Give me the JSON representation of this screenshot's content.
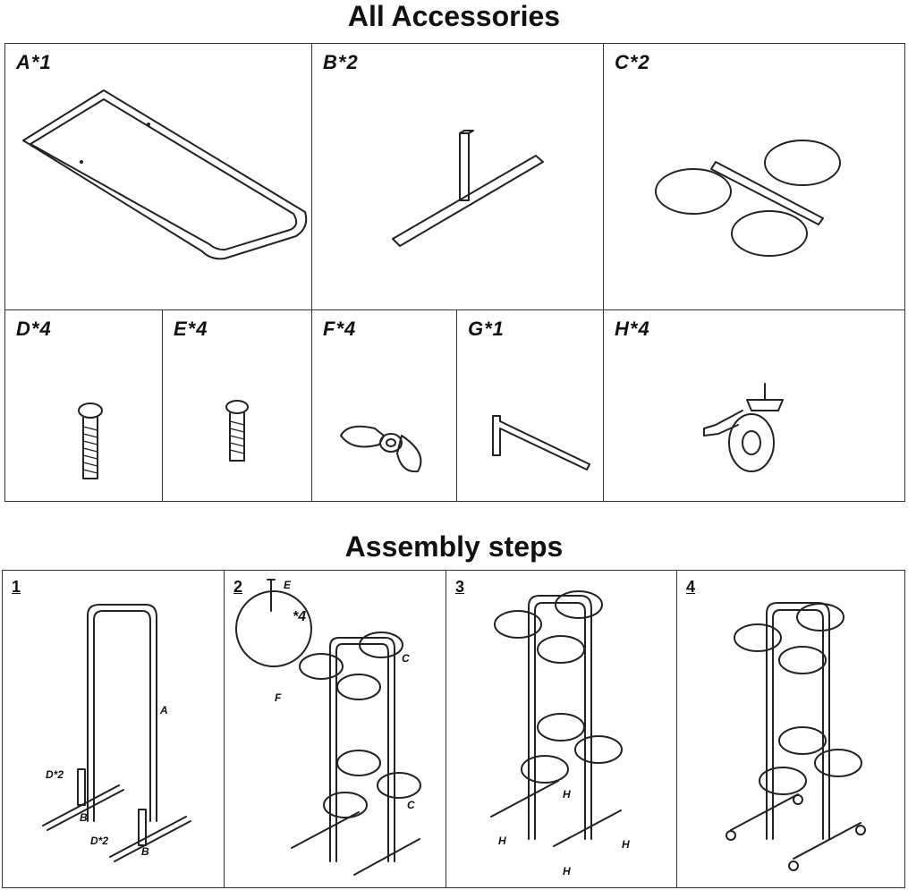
{
  "accessories": {
    "title": "All Accessories",
    "items": [
      {
        "label": "A*1"
      },
      {
        "label": "B*2"
      },
      {
        "label": "C*2"
      },
      {
        "label": "D*4"
      },
      {
        "label": "E*4"
      },
      {
        "label": "F*4"
      },
      {
        "label": "G*1"
      },
      {
        "label": "H*4"
      }
    ]
  },
  "steps": {
    "title": "Assembly steps",
    "items": [
      {
        "number": "1",
        "notes": [
          "A",
          "D*2",
          "B",
          "D*2",
          "B"
        ]
      },
      {
        "number": "2",
        "notes": [
          "E",
          "*4",
          "F",
          "C",
          "C"
        ]
      },
      {
        "number": "3",
        "notes": [
          "H",
          "H",
          "H",
          "H"
        ]
      },
      {
        "number": "4",
        "notes": []
      }
    ]
  }
}
